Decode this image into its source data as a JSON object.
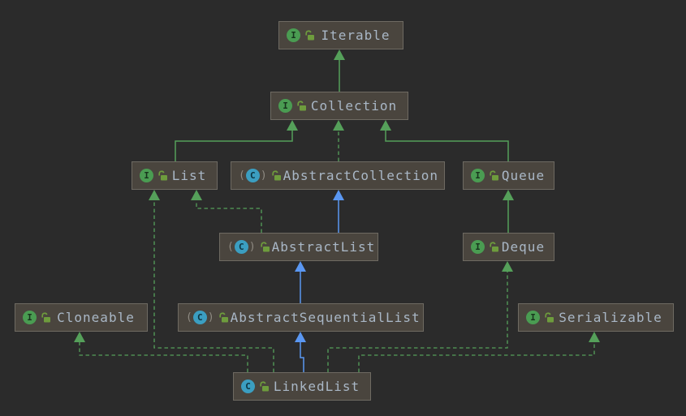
{
  "diagram_kind": "uml-class-hierarchy",
  "icons": {
    "interface_letter": "I",
    "class_letter": "C",
    "abstract_paren_open": "(",
    "abstract_paren_close": ")"
  },
  "colors": {
    "bg": "#2b2b2b",
    "node_fill": "#4a453e",
    "node_border": "#6e6a62",
    "label": "#a9b7c6",
    "green": "#55a05a",
    "blue": "#5a97f2",
    "iface_icon": "#4a9c52",
    "class_icon": "#3b9ec1",
    "lock": "#6e9c3d"
  },
  "nodes": [
    {
      "id": "iterable",
      "label": "Iterable",
      "kind": "interface"
    },
    {
      "id": "collection",
      "label": "Collection",
      "kind": "interface"
    },
    {
      "id": "list",
      "label": "List",
      "kind": "interface"
    },
    {
      "id": "abstract_collection",
      "label": "AbstractCollection",
      "kind": "abstract-class"
    },
    {
      "id": "queue",
      "label": "Queue",
      "kind": "interface"
    },
    {
      "id": "abstract_list",
      "label": "AbstractList",
      "kind": "abstract-class"
    },
    {
      "id": "deque",
      "label": "Deque",
      "kind": "interface"
    },
    {
      "id": "cloneable",
      "label": "Cloneable",
      "kind": "interface"
    },
    {
      "id": "abstract_sequential_list",
      "label": "AbstractSequentialList",
      "kind": "abstract-class"
    },
    {
      "id": "serializable",
      "label": "Serializable",
      "kind": "interface"
    },
    {
      "id": "linked_list",
      "label": "LinkedList",
      "kind": "class"
    }
  ],
  "edges": [
    {
      "from": "Collection",
      "to": "Iterable",
      "relation": "extends",
      "line": "solid",
      "color": "green"
    },
    {
      "from": "List",
      "to": "Collection",
      "relation": "extends",
      "line": "solid",
      "color": "green"
    },
    {
      "from": "AbstractCollection",
      "to": "Collection",
      "relation": "implements",
      "line": "dashed",
      "color": "green"
    },
    {
      "from": "Queue",
      "to": "Collection",
      "relation": "extends",
      "line": "solid",
      "color": "green"
    },
    {
      "from": "AbstractList",
      "to": "AbstractCollection",
      "relation": "extends",
      "line": "solid",
      "color": "blue"
    },
    {
      "from": "AbstractList",
      "to": "List",
      "relation": "implements",
      "line": "dashed",
      "color": "green"
    },
    {
      "from": "Deque",
      "to": "Queue",
      "relation": "extends",
      "line": "solid",
      "color": "green"
    },
    {
      "from": "AbstractSequentialList",
      "to": "AbstractList",
      "relation": "extends",
      "line": "solid",
      "color": "blue"
    },
    {
      "from": "LinkedList",
      "to": "AbstractSequentialList",
      "relation": "extends",
      "line": "solid",
      "color": "blue"
    },
    {
      "from": "LinkedList",
      "to": "List",
      "relation": "implements",
      "line": "dashed",
      "color": "green"
    },
    {
      "from": "LinkedList",
      "to": "Cloneable",
      "relation": "implements",
      "line": "dashed",
      "color": "green"
    },
    {
      "from": "LinkedList",
      "to": "Deque",
      "relation": "implements",
      "line": "dashed",
      "color": "green"
    },
    {
      "from": "LinkedList",
      "to": "Serializable",
      "relation": "implements",
      "line": "dashed",
      "color": "green"
    }
  ]
}
